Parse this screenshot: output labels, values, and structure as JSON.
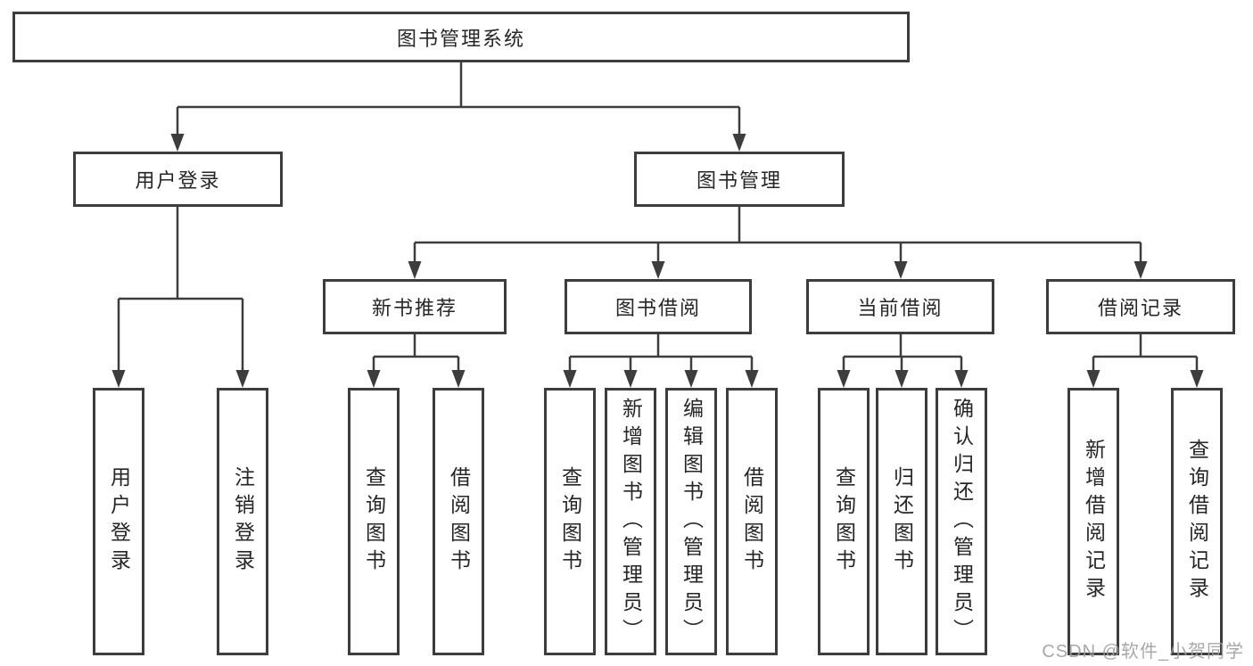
{
  "watermark": "CSDN @软件_小贺同学",
  "nodes": {
    "root": "图书管理系统",
    "user_login": "用户登录",
    "book_management": "图书管理",
    "new_book_recommend": "新书推荐",
    "book_borrow": "图书借阅",
    "current_borrow": "当前借阅",
    "borrow_records": "借阅记录",
    "leaf_user_login": "用户登录",
    "leaf_logout": "注销登录",
    "nb_query_books": "查询图书",
    "nb_borrow_books": "借阅图书",
    "bb_query_books": "查询图书",
    "bb_add_books": "新增图书（管理员）",
    "bb_edit_books": "编辑图书（管理员）",
    "bb_borrow_books": "借阅图书",
    "cb_query_books": "查询图书",
    "cb_return_books": "归还图书",
    "cb_confirm_return": "确认归还（管理员）",
    "br_add_record": "新增借阅记录",
    "br_query_record": "查询借阅记录"
  },
  "colors": {
    "line": "#3d3d3d",
    "border": "#3d3d3d",
    "text": "#262626",
    "watermark": "#9e9e9e"
  }
}
